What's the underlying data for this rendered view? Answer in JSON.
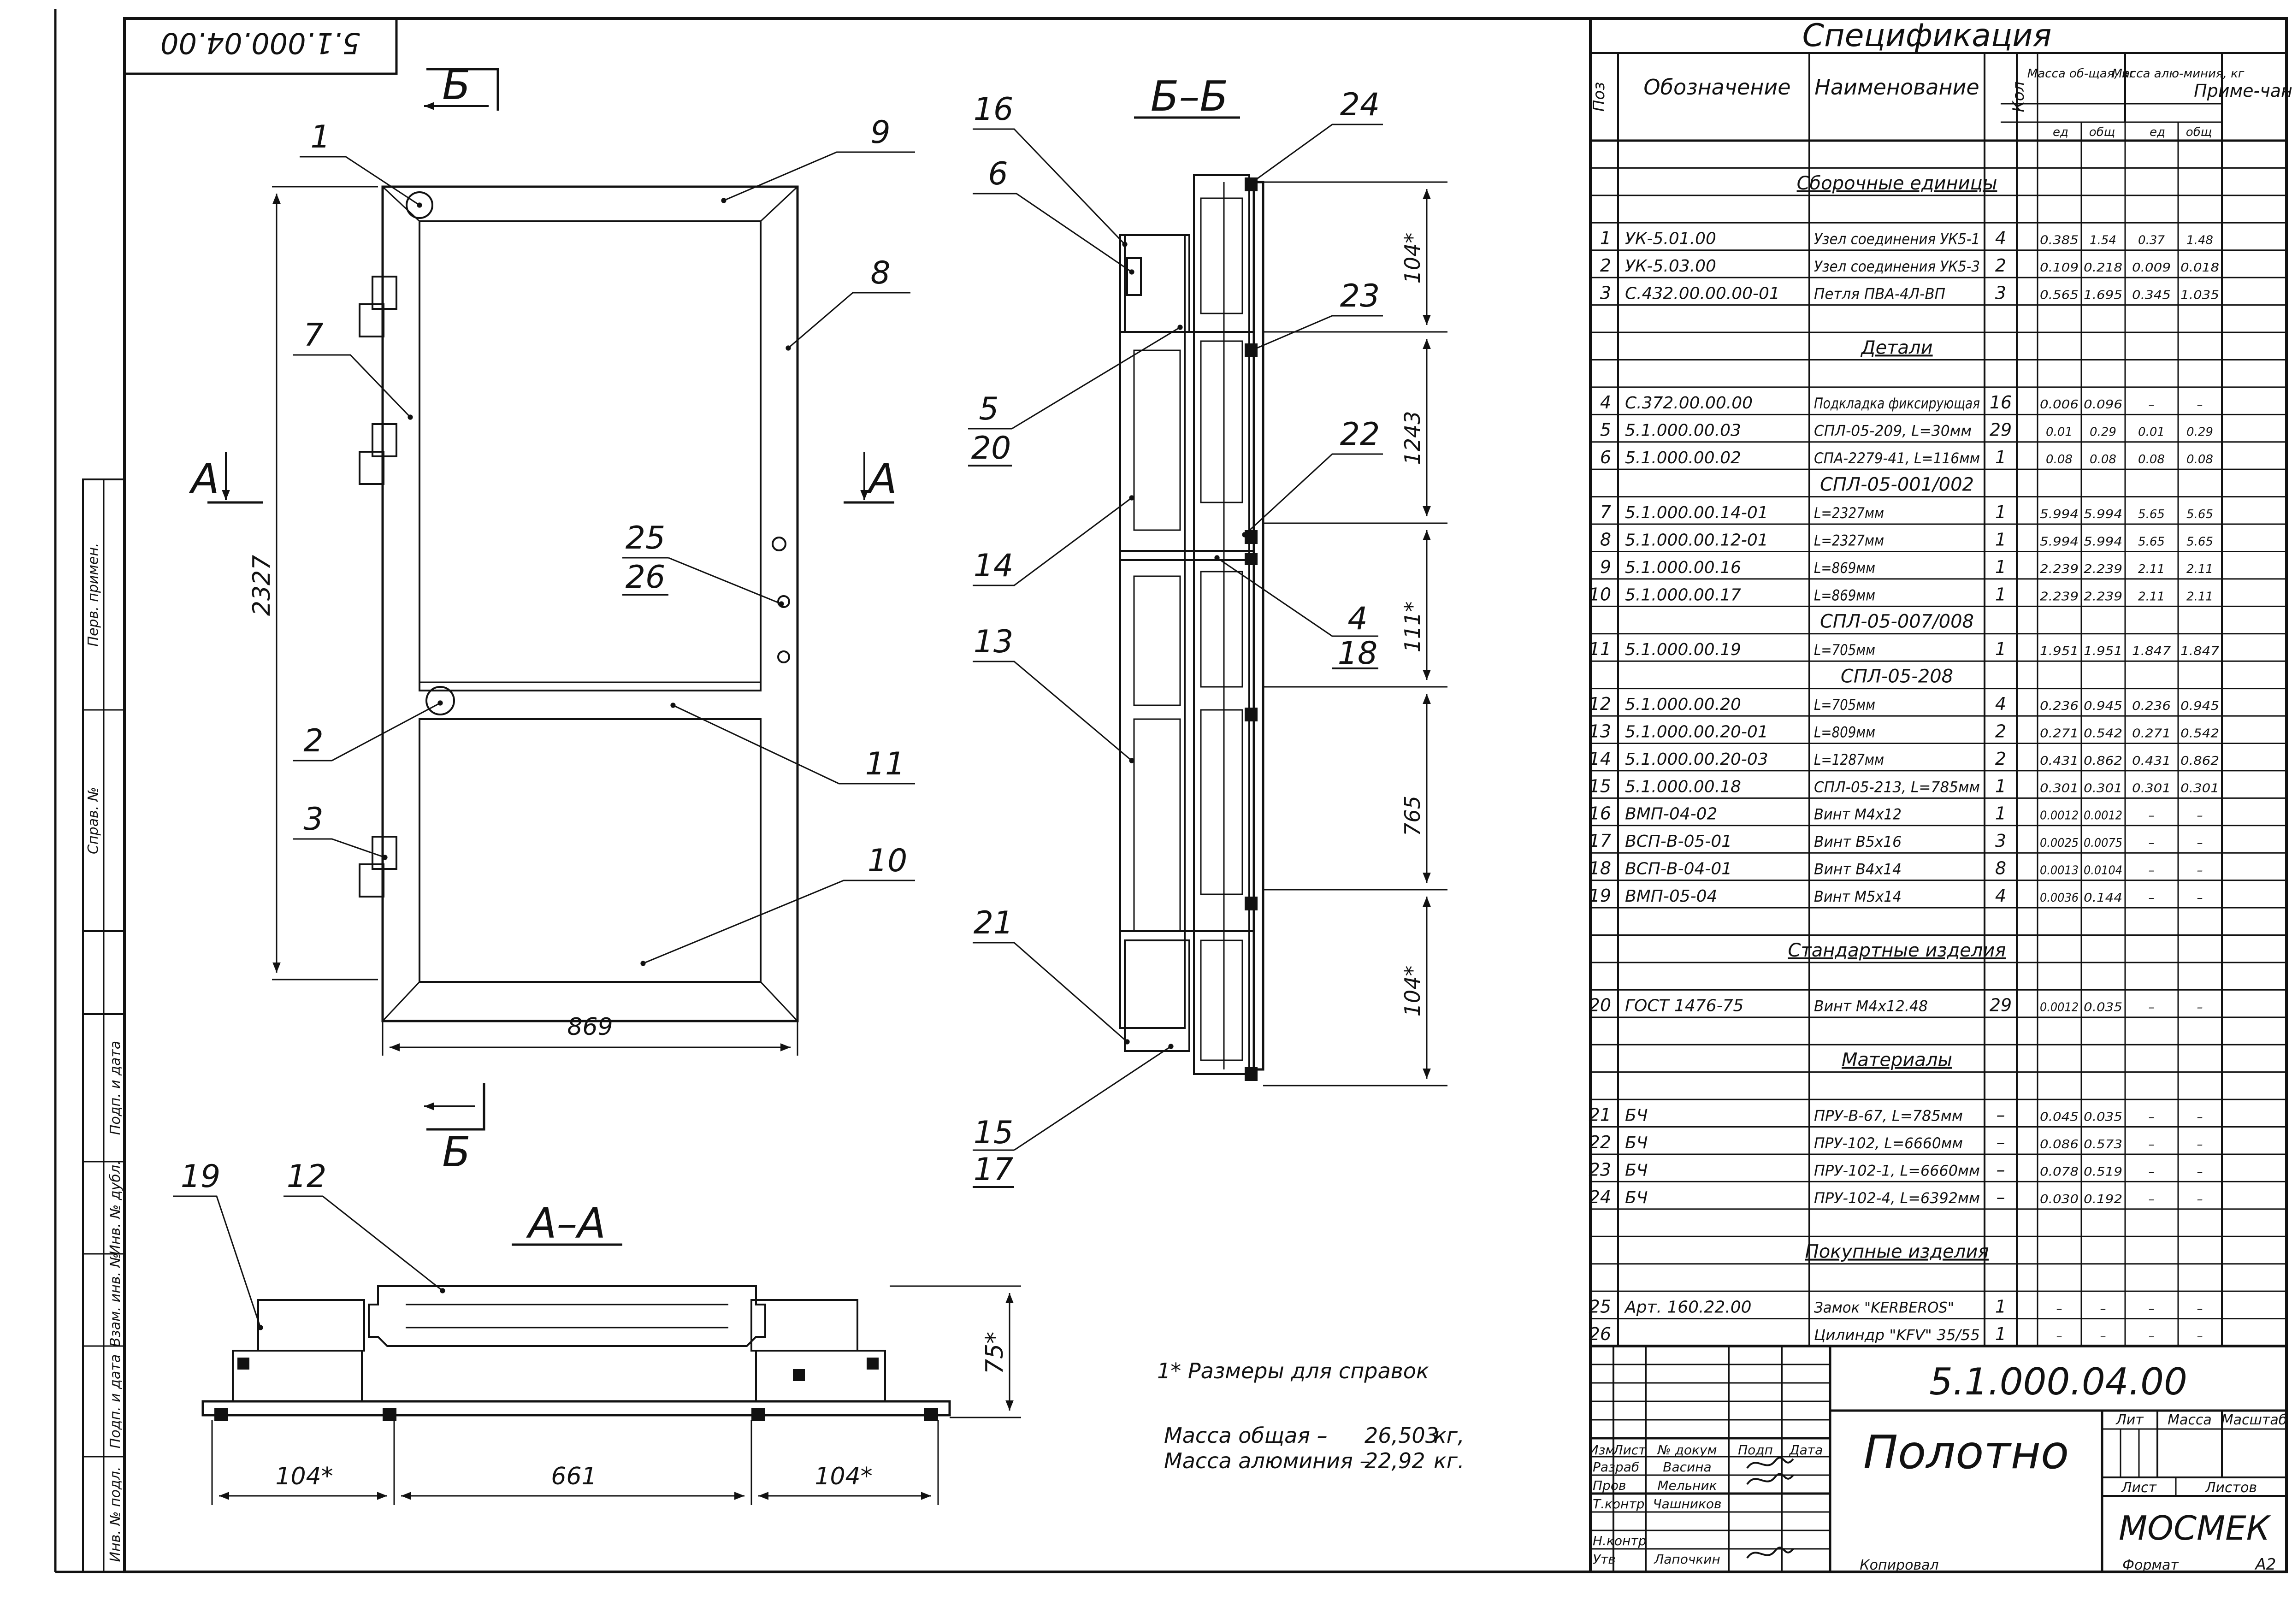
{
  "stamp_topleft": "5.1.000.04.00",
  "views": {
    "elevation": {
      "cut_mark": "Б",
      "section_mark": "А",
      "dims": {
        "height": "2327",
        "width": "869"
      },
      "callouts": [
        "1",
        "2",
        "3",
        "7",
        "8",
        "9",
        "10",
        "11",
        "25",
        "26"
      ]
    },
    "section_bb": {
      "title": "Б–Б",
      "dims": [
        "104*",
        "1243",
        "111*",
        "765",
        "104*"
      ],
      "callouts": [
        "16",
        "6",
        "5",
        "20",
        "14",
        "13",
        "21",
        "15",
        "17",
        "24",
        "23",
        "22",
        "4",
        "18"
      ]
    },
    "section_aa": {
      "title": "А–А",
      "dims": [
        "104*",
        "661",
        "104*",
        "75*"
      ],
      "callouts": [
        "19",
        "12"
      ]
    }
  },
  "notes": {
    "ref_dims": "1* Размеры для справок",
    "mass_total_label": "Масса общая –",
    "mass_total_value": "26,503",
    "mass_total_unit": "кг,",
    "mass_alu_label": "Масса алюминия –",
    "mass_alu_value": "22,92",
    "mass_alu_unit": "кг."
  },
  "spec": {
    "title": "Спецификация",
    "headers": {
      "poz": "Поз",
      "oboz": "Обозначение",
      "naim": "Наименование",
      "kol": "Кол",
      "mass_total": "Масса об-щая, кг",
      "mass_alu": "Масса алю-миния, кг",
      "ed": "ед",
      "obsh": "общ",
      "prim": "Приме-чание"
    },
    "rows": [
      {
        "type": "blank"
      },
      {
        "type": "section",
        "text": "Сборочные единицы"
      },
      {
        "type": "blank"
      },
      {
        "type": "item",
        "poz": "1",
        "oboz": "УК-5.01.00",
        "naim": "Узел соединения УК5-1",
        "kol": "4",
        "m1": "0.385",
        "m2": "1.54",
        "a1": "0.37",
        "a2": "1.48"
      },
      {
        "type": "item",
        "poz": "2",
        "oboz": "УК-5.03.00",
        "naim": "Узел соединения УК5-3",
        "kol": "2",
        "m1": "0.109",
        "m2": "0.218",
        "a1": "0.009",
        "a2": "0.018"
      },
      {
        "type": "item",
        "poz": "3",
        "oboz": "С.432.00.00.00-01",
        "naim": "Петля ПВА-4Л-ВП",
        "kol": "3",
        "m1": "0.565",
        "m2": "1.695",
        "a1": "0.345",
        "a2": "1.035"
      },
      {
        "type": "blank"
      },
      {
        "type": "section",
        "text": "Детали"
      },
      {
        "type": "blank"
      },
      {
        "type": "item",
        "poz": "4",
        "oboz": "С.372.00.00.00",
        "naim": "Подкладка фиксирующая",
        "kol": "16",
        "m1": "0.006",
        "m2": "0.096",
        "a1": "–",
        "a2": "–"
      },
      {
        "type": "item",
        "poz": "5",
        "oboz": "5.1.000.00.03",
        "naim": "СПЛ-05-209, L=30мм",
        "kol": "29",
        "m1": "0.01",
        "m2": "0.29",
        "a1": "0.01",
        "a2": "0.29"
      },
      {
        "type": "item",
        "poz": "6",
        "oboz": "5.1.000.00.02",
        "naim": "СПА-2279-41, L=116мм",
        "kol": "1",
        "m1": "0.08",
        "m2": "0.08",
        "a1": "0.08",
        "a2": "0.08"
      },
      {
        "type": "sub",
        "naim": "СПЛ-05-001/002"
      },
      {
        "type": "item",
        "poz": "7",
        "oboz": "5.1.000.00.14-01",
        "naim": "L=2327мм",
        "kol": "1",
        "m1": "5.994",
        "m2": "5.994",
        "a1": "5.65",
        "a2": "5.65"
      },
      {
        "type": "item",
        "poz": "8",
        "oboz": "5.1.000.00.12-01",
        "naim": "L=2327мм",
        "kol": "1",
        "m1": "5.994",
        "m2": "5.994",
        "a1": "5.65",
        "a2": "5.65"
      },
      {
        "type": "item",
        "poz": "9",
        "oboz": "5.1.000.00.16",
        "naim": "L=869мм",
        "kol": "1",
        "m1": "2.239",
        "m2": "2.239",
        "a1": "2.11",
        "a2": "2.11"
      },
      {
        "type": "item",
        "poz": "10",
        "oboz": "5.1.000.00.17",
        "naim": "L=869мм",
        "kol": "1",
        "m1": "2.239",
        "m2": "2.239",
        "a1": "2.11",
        "a2": "2.11"
      },
      {
        "type": "sub",
        "naim": "СПЛ-05-007/008"
      },
      {
        "type": "item",
        "poz": "11",
        "oboz": "5.1.000.00.19",
        "naim": "L=705мм",
        "kol": "1",
        "m1": "1.951",
        "m2": "1.951",
        "a1": "1.847",
        "a2": "1.847"
      },
      {
        "type": "sub",
        "naim": "СПЛ-05-208"
      },
      {
        "type": "item",
        "poz": "12",
        "oboz": "5.1.000.00.20",
        "naim": "L=705мм",
        "kol": "4",
        "m1": "0.236",
        "m2": "0.945",
        "a1": "0.236",
        "a2": "0.945"
      },
      {
        "type": "item",
        "poz": "13",
        "oboz": "5.1.000.00.20-01",
        "naim": "L=809мм",
        "kol": "2",
        "m1": "0.271",
        "m2": "0.542",
        "a1": "0.271",
        "a2": "0.542"
      },
      {
        "type": "item",
        "poz": "14",
        "oboz": "5.1.000.00.20-03",
        "naim": "L=1287мм",
        "kol": "2",
        "m1": "0.431",
        "m2": "0.862",
        "a1": "0.431",
        "a2": "0.862"
      },
      {
        "type": "item",
        "poz": "15",
        "oboz": "5.1.000.00.18",
        "naim": "СПЛ-05-213, L=785мм",
        "kol": "1",
        "m1": "0.301",
        "m2": "0.301",
        "a1": "0.301",
        "a2": "0.301"
      },
      {
        "type": "item",
        "poz": "16",
        "oboz": "ВМП-04-02",
        "naim": "Винт М4х12",
        "kol": "1",
        "m1": "0.0012",
        "m2": "0.0012",
        "a1": "–",
        "a2": "–"
      },
      {
        "type": "item",
        "poz": "17",
        "oboz": "ВСП-В-05-01",
        "naim": "Винт В5х16",
        "kol": "3",
        "m1": "0.0025",
        "m2": "0.0075",
        "a1": "–",
        "a2": "–"
      },
      {
        "type": "item",
        "poz": "18",
        "oboz": "ВСП-В-04-01",
        "naim": "Винт В4х14",
        "kol": "8",
        "m1": "0.0013",
        "m2": "0.0104",
        "a1": "–",
        "a2": "–"
      },
      {
        "type": "item",
        "poz": "19",
        "oboz": "ВМП-05-04",
        "naim": "Винт М5х14",
        "kol": "4",
        "m1": "0.0036",
        "m2": "0.144",
        "a1": "–",
        "a2": "–"
      },
      {
        "type": "blank"
      },
      {
        "type": "section",
        "text": "Стандартные изделия"
      },
      {
        "type": "blank"
      },
      {
        "type": "item",
        "poz": "20",
        "oboz": "ГОСТ 1476-75",
        "naim": "Винт М4х12.48",
        "kol": "29",
        "m1": "0.0012",
        "m2": "0.035",
        "a1": "–",
        "a2": "–"
      },
      {
        "type": "blank"
      },
      {
        "type": "section",
        "text": "Материалы"
      },
      {
        "type": "blank"
      },
      {
        "type": "item",
        "poz": "21",
        "oboz": "БЧ",
        "naim": "ПРУ-В-67, L=785мм",
        "kol": "–",
        "m1": "0.045",
        "m2": "0.035",
        "a1": "–",
        "a2": "–"
      },
      {
        "type": "item",
        "poz": "22",
        "oboz": "БЧ",
        "naim": "ПРУ-102, L=6660мм",
        "kol": "–",
        "m1": "0.086",
        "m2": "0.573",
        "a1": "–",
        "a2": "–"
      },
      {
        "type": "item",
        "poz": "23",
        "oboz": "БЧ",
        "naim": "ПРУ-102-1, L=6660мм",
        "kol": "–",
        "m1": "0.078",
        "m2": "0.519",
        "a1": "–",
        "a2": "–"
      },
      {
        "type": "item",
        "poz": "24",
        "oboz": "БЧ",
        "naim": "ПРУ-102-4, L=6392мм",
        "kol": "–",
        "m1": "0.030",
        "m2": "0.192",
        "a1": "–",
        "a2": "–"
      },
      {
        "type": "blank"
      },
      {
        "type": "section",
        "text": "Покупные изделия"
      },
      {
        "type": "blank"
      },
      {
        "type": "item",
        "poz": "25",
        "oboz": "Арт. 160.22.00",
        "naim": "Замок \"KERBEROS\"",
        "kol": "1",
        "m1": "–",
        "m2": "–",
        "a1": "–",
        "a2": "–"
      },
      {
        "type": "item",
        "poz": "26",
        "oboz": "",
        "naim": "Цилиндр \"KFV\" 35/55",
        "kol": "1",
        "m1": "–",
        "m2": "–",
        "a1": "–",
        "a2": "–"
      }
    ]
  },
  "title_block": {
    "code": "5.1.000.04.00",
    "name": "Полотно",
    "org": "МОСМЕК",
    "headers": {
      "izm": "Изм",
      "list": "Лист",
      "doc": "№ докум",
      "podp": "Подп",
      "data": "Дата",
      "lit": "Лит",
      "massa": "Масса",
      "masshtab": "Масштаб",
      "list2": "Лист",
      "listov": "Листов"
    },
    "roles": [
      {
        "role": "Разраб",
        "name": "Васина"
      },
      {
        "role": "Пров",
        "name": "Мельник"
      },
      {
        "role": "Т.контр",
        "name": "Чашников"
      },
      {
        "role": "",
        "name": ""
      },
      {
        "role": "Н.контр",
        "name": ""
      },
      {
        "role": "Утв",
        "name": "Лапочкин"
      }
    ],
    "kopiroval": "Копировал",
    "format_label": "Формат",
    "format_value": "А2"
  },
  "side_strip": [
    "Перв. примен.",
    "Справ. №",
    "Подп. и дата",
    "Инв. № дубл.",
    "Взам. инв. №",
    "Подп. и дата",
    "Инв. № подл."
  ]
}
